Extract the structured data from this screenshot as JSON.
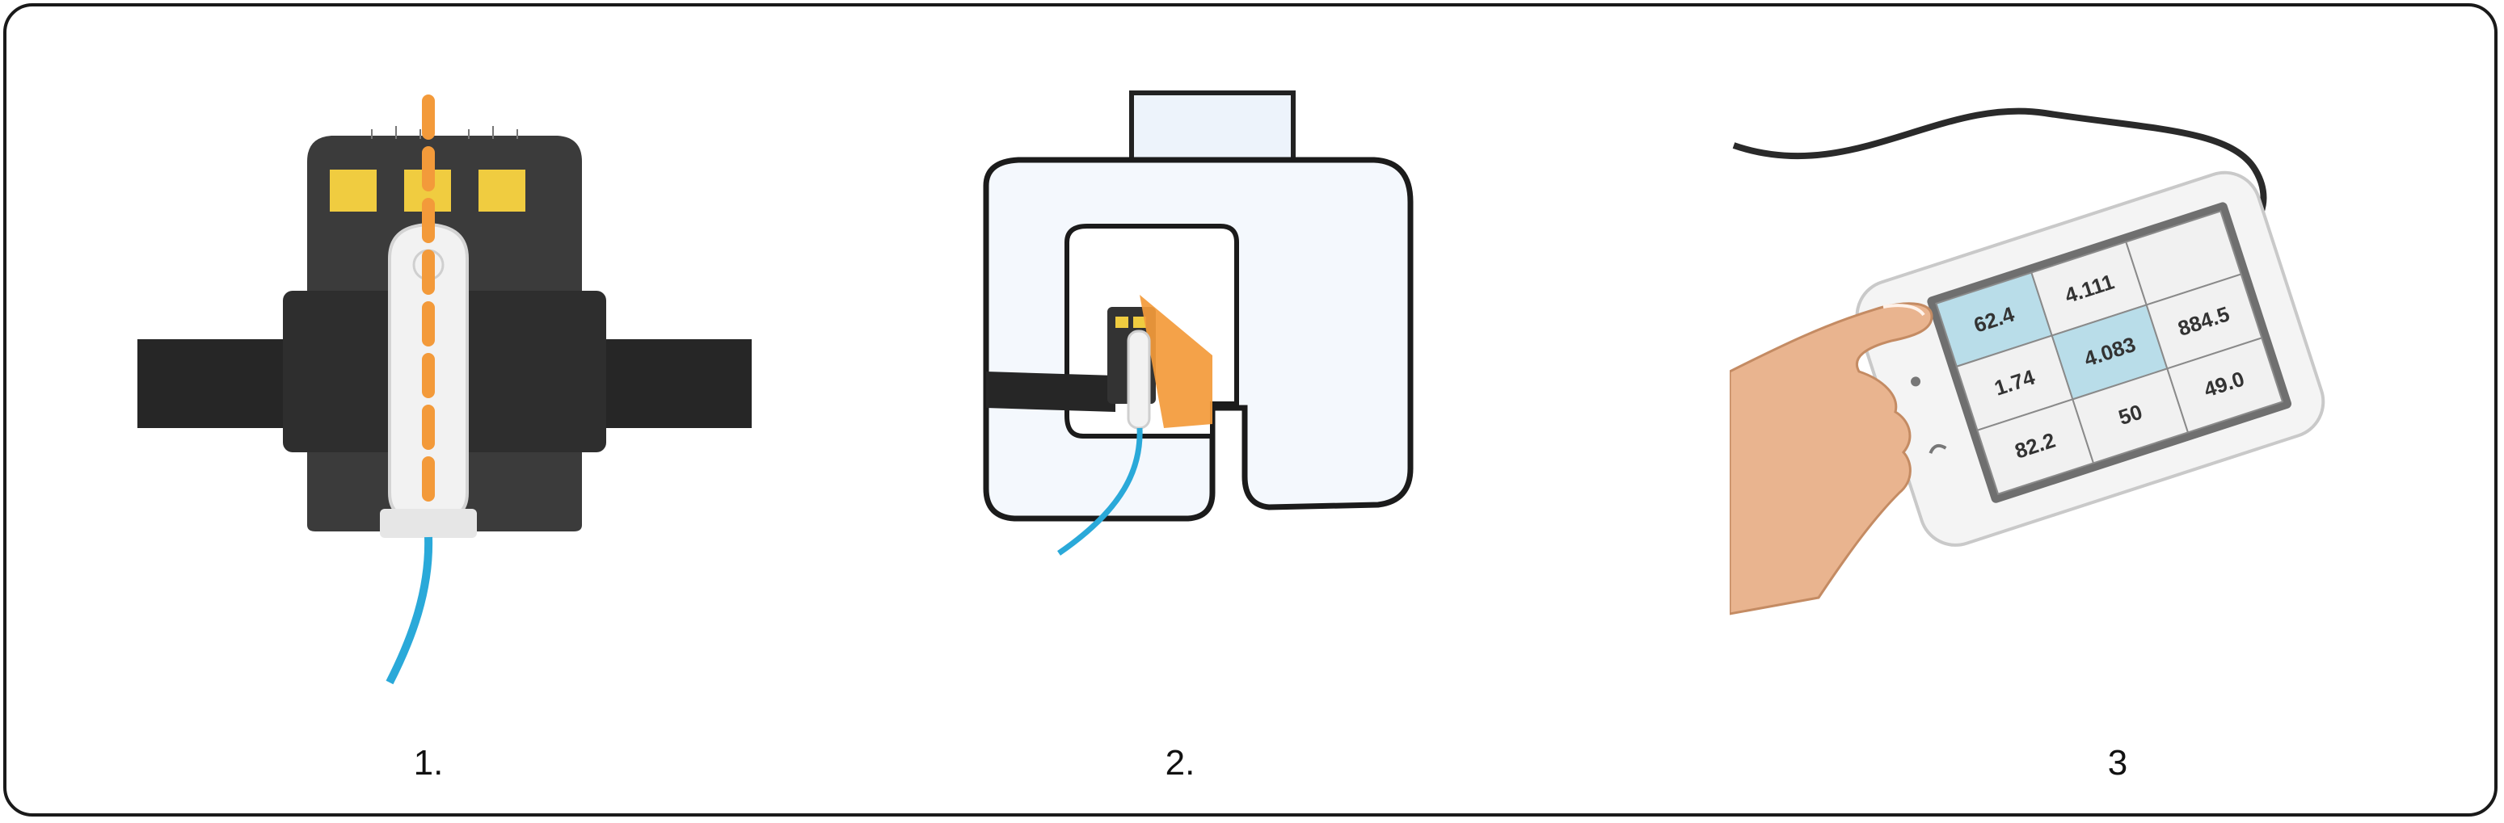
{
  "steps": [
    {
      "label": "1.",
      "illustration": "sensor-holder-with-sensor"
    },
    {
      "label": "2.",
      "illustration": "holder-in-xray-unit"
    },
    {
      "label": "3",
      "illustration": "touchscreen-meter"
    }
  ],
  "meter_screen": {
    "values": [
      "62.4",
      "4.111",
      "1.74",
      "4.083",
      "884.5",
      "82.2",
      "50",
      "49.0"
    ]
  },
  "colors": {
    "holder": "#3a3a3a",
    "strap": "#262626",
    "sensor": "#f2f2f2",
    "beam": "#f39a3a",
    "pads": "#f0cc40",
    "cable": "#2aa9d9",
    "screen_highlight": "#b9dde9"
  }
}
